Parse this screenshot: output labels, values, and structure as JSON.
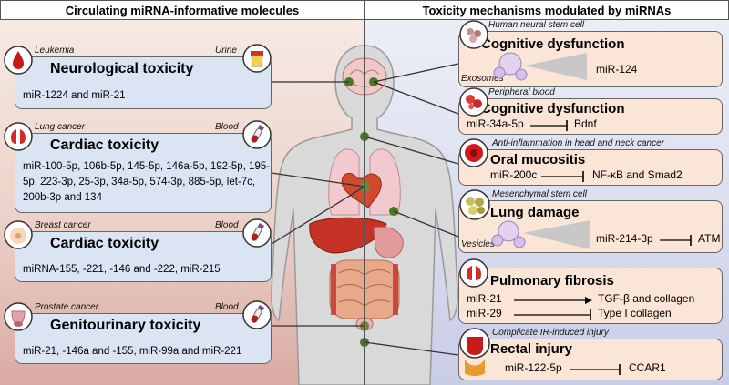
{
  "headers": {
    "left": "Circulating miRNA-informative molecules",
    "right": "Toxicity mechanisms modulated by miRNAs"
  },
  "left_boxes": [
    {
      "source": "Leukemia",
      "sample": "Urine",
      "title": "Neurological toxicity",
      "body": "miR-1224 and miR-21"
    },
    {
      "source": "Lung cancer",
      "sample": "Blood",
      "title": "Cardiac toxicity",
      "body": "miR-100-5p, 106b-5p, 145-5p, 146a-5p, 192-5p, 195-5p, 223-3p, 25-3p, 34a-5p, 574-3p, 885-5p, let-7c, 200b-3p and 134"
    },
    {
      "source": "Breast cancer",
      "sample": "Blood",
      "title": "Cardiac toxicity",
      "body": "miRNA-155, -221, -146 and -222, miR-215"
    },
    {
      "source": "Prostate cancer",
      "sample": "Blood",
      "title": "Genitourinary toxicity",
      "body": "miR-21, -146a and -155, miR-99a and miR-221"
    }
  ],
  "right_boxes": [
    {
      "source": "Human neural stem cell",
      "title": "Cognitive dysfunction",
      "extra": "Exosomes",
      "mirna": "miR-124"
    },
    {
      "source": "Peripheral blood",
      "title": "Cognitive dysfunction",
      "mirna": "miR-34a-5p",
      "target": "Bdnf"
    },
    {
      "source": "Anti-inflammation in head and neck cancer",
      "title": "Oral mucositis",
      "mirna": "miR-200c",
      "target": "NF-κB and Smad2"
    },
    {
      "source": "Mesenchymal stem cell",
      "title": "Lung damage",
      "extra": "Vesicles",
      "mirna": "miR-214-3p",
      "target": "ATM"
    },
    {
      "title": "Pulmonary fibrosis",
      "rows": [
        {
          "mirna": "miR-21",
          "target": "TGF-β and collagen"
        },
        {
          "mirna": "miR-29",
          "target": "Type I collagen"
        }
      ]
    },
    {
      "source": "Complicate IR-induced injury",
      "title": "Rectal injury",
      "mirna": "miR-122-5p",
      "target": "CCAR1"
    }
  ],
  "colors": {
    "left_box": "#dbe4f3",
    "right_box": "#fbe5d6",
    "organ_marker": "#4a7a1e",
    "body_silhouette": "#d9d9d9"
  },
  "icons": [
    "blood-drop-icon",
    "urine-cup-icon",
    "lungs-icon",
    "blood-tube-icon",
    "breast-icon",
    "prostate-icon",
    "neural-cells-icon",
    "blood-cells-icon",
    "mouth-ulcer-icon",
    "stem-cell-icon",
    "rectum-icon",
    "exosome-icon",
    "vesicle-icon"
  ]
}
